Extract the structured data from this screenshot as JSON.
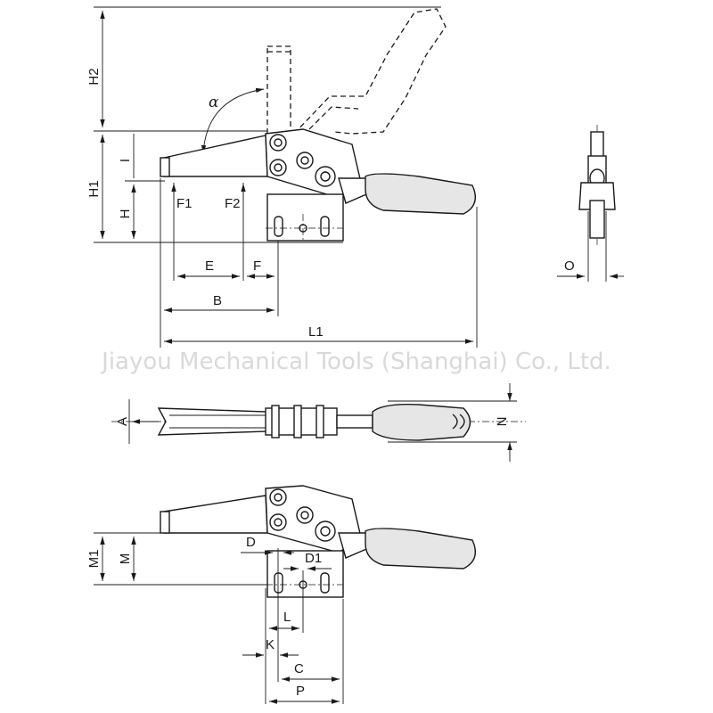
{
  "watermark": "Jiayou Mechanical Tools (Shanghai) Co., Ltd.",
  "dimensions": {
    "H2": "H2",
    "H1": "H1",
    "H": "H",
    "I": "I",
    "alpha": "α",
    "F1": "F1",
    "F2": "F2",
    "E": "E",
    "F": "F",
    "B": "B",
    "L1": "L1",
    "O": "O",
    "A": "A",
    "N": "N",
    "M1": "M1",
    "M": "M",
    "D": "D",
    "D1": "D1",
    "L": "L",
    "K": "K",
    "C": "C",
    "P": "P"
  },
  "colors": {
    "line": "#1a1a1a",
    "grip": "#e6e6e6",
    "watermark": "#d9d9d9"
  }
}
